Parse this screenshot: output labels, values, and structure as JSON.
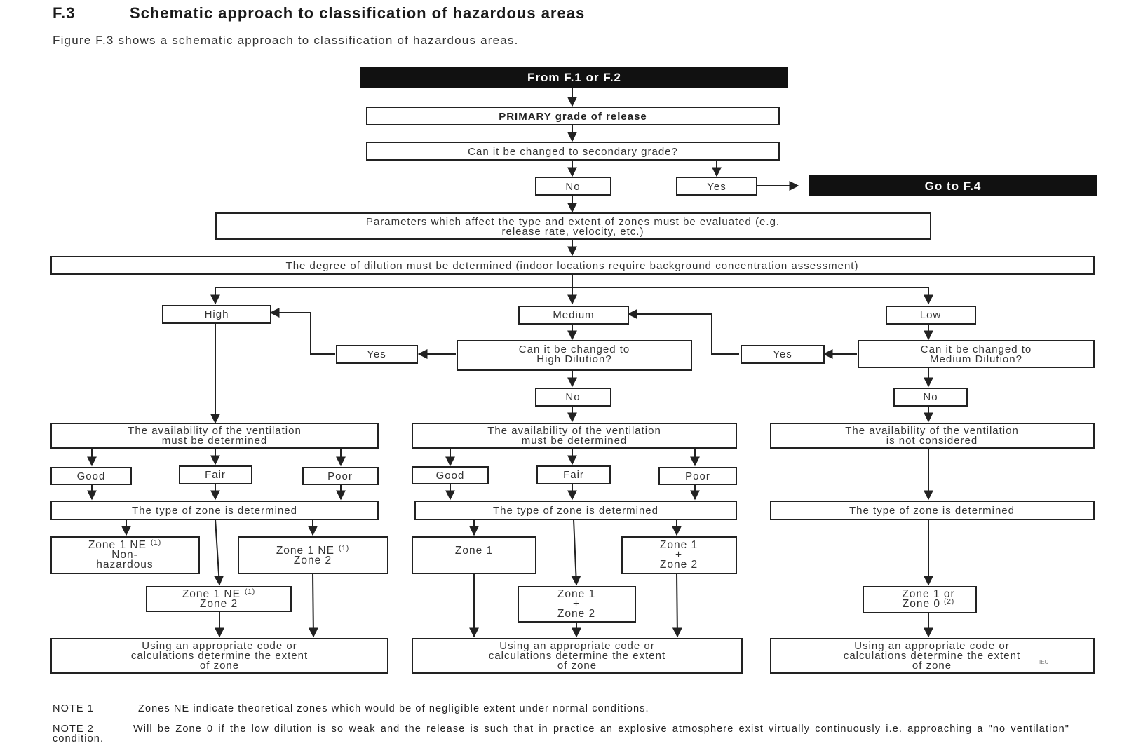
{
  "heading": {
    "number": "F.3",
    "title": "Schematic approach to classification of hazardous areas"
  },
  "intro": "Figure F.3 shows a schematic approach to classification of hazardous areas.",
  "flow": {
    "from": "From F.1 or F.2",
    "primary": "PRIMARY grade of release",
    "change_secondary": "Can it be changed to secondary grade?",
    "no": "No",
    "yes": "Yes",
    "goto": "Go to F.4",
    "parameters": [
      "Parameters which affect the type and extent of zones must be evaluated (e.g.",
      "release rate, velocity, etc.)"
    ],
    "dilution": "The degree of dilution must be determined (indoor locations require background concentration assessment)",
    "high": "High",
    "medium": "Medium",
    "low": "Low",
    "change_high": [
      "Can it be changed to",
      "High Dilution?"
    ],
    "change_medium": [
      "Can it be changed to",
      "Medium Dilution?"
    ],
    "avail_determined": [
      "The availability of the ventilation",
      "must be determined"
    ],
    "avail_not_considered": [
      "The availability of the ventilation",
      "is not considered"
    ],
    "good": "Good",
    "fair": "Fair",
    "poor": "Poor",
    "zone_type": "The type of zone is determined",
    "zone1ne_nonhaz": [
      "Zone 1 NE",
      "(1)",
      "Non-",
      "hazardous"
    ],
    "zone1ne_zone2": [
      "Zone 1 NE",
      "(1)",
      "Zone 2"
    ],
    "zone1": "Zone 1",
    "zone1_plus_zone2": [
      "Zone 1",
      "+",
      "Zone 2"
    ],
    "zone1_or_zone0": [
      "Zone 1 or",
      "Zone 0",
      "(2)"
    ],
    "extent": [
      "Using an appropriate code or",
      "calculations determine the extent",
      "of zone"
    ],
    "source_mark": "IEC"
  },
  "notes": [
    {
      "label": "NOTE 1",
      "text": "Zones NE indicate theoretical zones which would be of negligible extent under normal conditions."
    },
    {
      "label": "NOTE 2",
      "text": "Will be Zone 0 if the low dilution is so weak and the release is such that in practice an explosive atmosphere exist virtually continuously i.e. approaching a \"no ventilation\" condition."
    }
  ]
}
